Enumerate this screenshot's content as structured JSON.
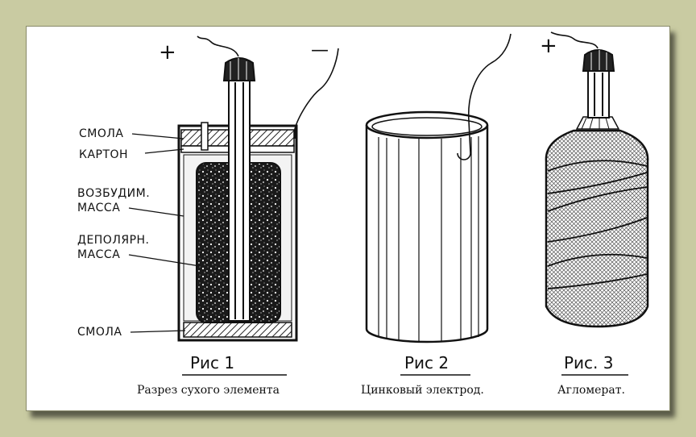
{
  "figure1": {
    "label_resin_top": "СМОЛА",
    "label_cardboard": "КАРТОН",
    "label_excite_1": "ВОЗБУДИМ.",
    "label_excite_2": "МАССА",
    "label_depol_1": "ДЕПОЛЯРН.",
    "label_depol_2": "МАССА",
    "label_resin_bottom": "СМОЛА",
    "plus": "+",
    "minus": "—",
    "number": "Рис 1",
    "caption": "Разрез сухого элемента"
  },
  "figure2": {
    "number": "Рис 2",
    "caption": "Цинковый электрод."
  },
  "figure3": {
    "plus": "+",
    "number": "Рис. 3",
    "caption": "Агломерат."
  }
}
